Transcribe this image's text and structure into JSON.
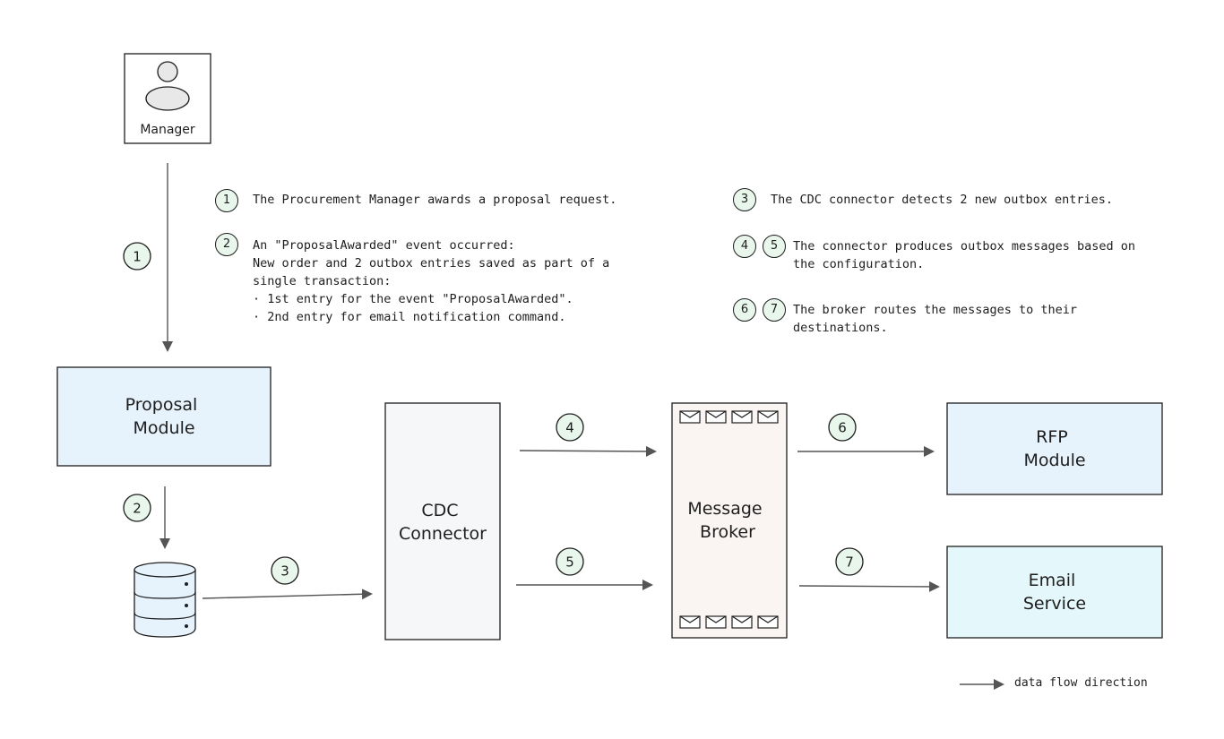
{
  "actors": {
    "manager_label": "Manager"
  },
  "boxes": {
    "proposal_module": [
      "Proposal",
      "Module"
    ],
    "cdc_connector": [
      "CDC",
      "Connector"
    ],
    "message_broker": [
      "Message",
      "Broker"
    ],
    "rfp_module": [
      "RFP",
      "Module"
    ],
    "email_service": [
      "Email",
      "Service"
    ]
  },
  "step_badges": [
    "1",
    "2",
    "3",
    "4",
    "5",
    "6",
    "7"
  ],
  "notes": {
    "step1": {
      "badges": [
        "1"
      ],
      "text": "The Procurement Manager awards a proposal request."
    },
    "step2": {
      "badges": [
        "2"
      ],
      "text": "An \"ProposalAwarded\" event occurred:\nNew order and 2 outbox entries saved as part of a\nsingle transaction:\n· 1st entry for the event \"ProposalAwarded\".\n· 2nd entry for email notification command."
    },
    "step3": {
      "badges": [
        "3"
      ],
      "text": "The CDC connector detects 2 new outbox entries."
    },
    "step45": {
      "badges": [
        "4",
        "5"
      ],
      "text": "The connector produces outbox messages based on\nthe configuration."
    },
    "step67": {
      "badges": [
        "6",
        "7"
      ],
      "text": "The broker routes the messages to their\ndestinations."
    }
  },
  "legend": {
    "label": "data flow direction"
  },
  "colors": {
    "stroke": "#1e1e1e",
    "proposal_fill": "#e6f2fc",
    "cdc_fill": "#f5f7f9",
    "broker_fill": "#faf5f3",
    "rfp_fill": "#e6f2fc",
    "email_fill": "#e4f7fb",
    "badge_fill": "#e8f6ec",
    "arrow": "#555555"
  }
}
